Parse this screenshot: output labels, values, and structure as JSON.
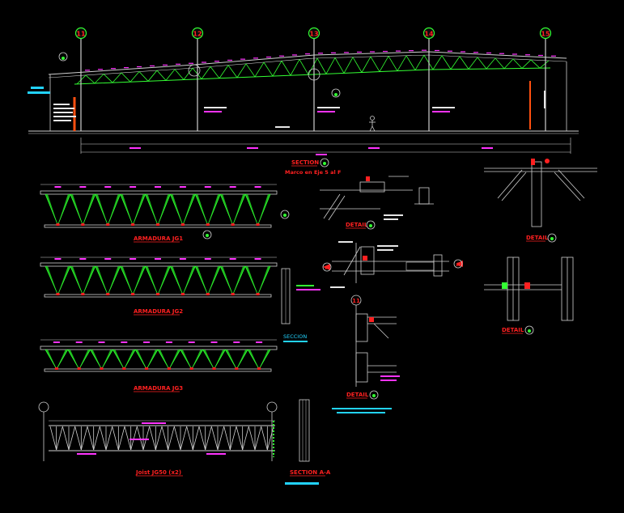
{
  "colors": {
    "background": "#000000",
    "line": "#d9d9d9",
    "member": "#33ff33",
    "dimension": "#ff33ff",
    "title": "#ff2020",
    "note": "#22d3ff",
    "grid_bubble": "#ff2020"
  },
  "elevation": {
    "axis_labels": [
      "11",
      "12",
      "13",
      "14",
      "15"
    ]
  },
  "titles": {
    "section_1": "SECTION",
    "section_1_sub": "Marco en Eje 5 al F",
    "truss_1": "ARMADURA JG1",
    "truss_2": "ARMADURA JG2",
    "truss_3": "ARMADURA JG3",
    "joist": "Joist JG50 (x2)",
    "section_aa": "SECTION A-A",
    "detail_1": "DETAIL",
    "detail_2": "DETAIL",
    "detail_3": "DETAIL",
    "detail_4": "DETAIL",
    "section_2": "SECCION",
    "detail_4_axis": "11",
    "detail_1_axis_left": "A",
    "detail_1_axis_right": "A"
  }
}
